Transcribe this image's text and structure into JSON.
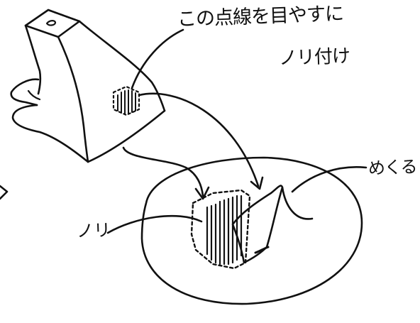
{
  "labels": {
    "instruction_line1": "この点線を目やすに",
    "instruction_line2": "ノリ付け",
    "glue": "ノリ",
    "peel": "めくる"
  },
  "colors": {
    "ink": "#111111",
    "background": "#ffffff"
  }
}
